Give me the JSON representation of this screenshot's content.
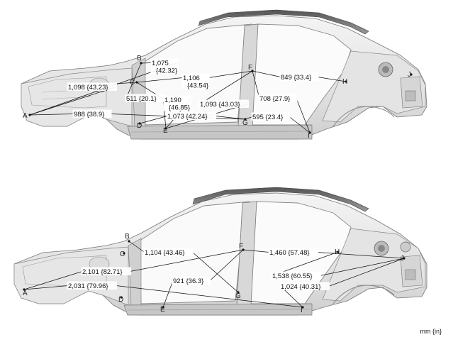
{
  "diagrams": [
    {
      "id": "upper",
      "points": [
        "A",
        "B",
        "C",
        "D",
        "E",
        "F",
        "G",
        "H",
        "I",
        "J"
      ],
      "measurements": [
        {
          "from": "B",
          "to": "A",
          "label": "1,075\n{42.32}"
        },
        {
          "from": "C",
          "to": "F",
          "label": "1,106\n{43.54}"
        },
        {
          "from": "C",
          "to": "A",
          "label": "1,098 {43.23}"
        },
        {
          "from": "A",
          "to": "G",
          "label": "988 {38.9}"
        },
        {
          "from": "B",
          "to": "E",
          "label": "511 {20.1}"
        },
        {
          "from": "C",
          "to": "E",
          "label": "1,190\n{46.85}"
        },
        {
          "from": "F",
          "to": "E",
          "label": "1,093 {43.03}"
        },
        {
          "from": "D",
          "to": "G",
          "label": "1,073 {42.24}"
        },
        {
          "from": "G",
          "to": "I",
          "label": "595 {23.4}"
        },
        {
          "from": "F",
          "to": "I",
          "label": "708 {27.9}"
        },
        {
          "from": "F",
          "to": "H",
          "label": "849 {33.4}"
        }
      ]
    },
    {
      "id": "lower",
      "points": [
        "A",
        "B",
        "C",
        "D",
        "E",
        "F",
        "G",
        "H",
        "I",
        "J"
      ],
      "measurements": [
        {
          "from": "A",
          "to": "F",
          "label": "2,101 {82.71}"
        },
        {
          "from": "A",
          "to": "I",
          "label": "2,031 {79.96}"
        },
        {
          "from": "B",
          "to": "G",
          "label": "1,104 {43.46}"
        },
        {
          "from": "E",
          "to": "F",
          "label": "921 {36.3}"
        },
        {
          "from": "F",
          "to": "J",
          "label": "1,460 {57.48}"
        },
        {
          "from": "H",
          "to": "J",
          "label": "1,538 {60.55}"
        },
        {
          "from": "I",
          "to": "J",
          "label": "1,024 {40.31}"
        }
      ]
    }
  ],
  "unit_label": "mm {in}"
}
